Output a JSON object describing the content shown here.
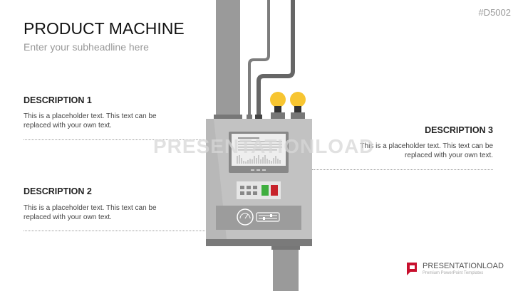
{
  "header": {
    "title": "PRODUCT MACHINE",
    "subtitle": "Enter your subheadline here",
    "code": "#D5002"
  },
  "descriptions": [
    {
      "title": "DESCRIPTION 1",
      "text": "This is a placeholder text. This text can be replaced with your own text."
    },
    {
      "title": "DESCRIPTION 2",
      "text": "This is a placeholder text. This text can be replaced with your own text."
    },
    {
      "title": "DESCRIPTION 3",
      "text": "This is a placeholder text. This text can be replaced with your own text."
    }
  ],
  "watermark": "PRESENTATIONLOAD",
  "logo": {
    "name": "PRESENTATIONLOAD",
    "tagline": "Premium PowerPoint Templates",
    "brand_color": "#c8102e"
  }
}
